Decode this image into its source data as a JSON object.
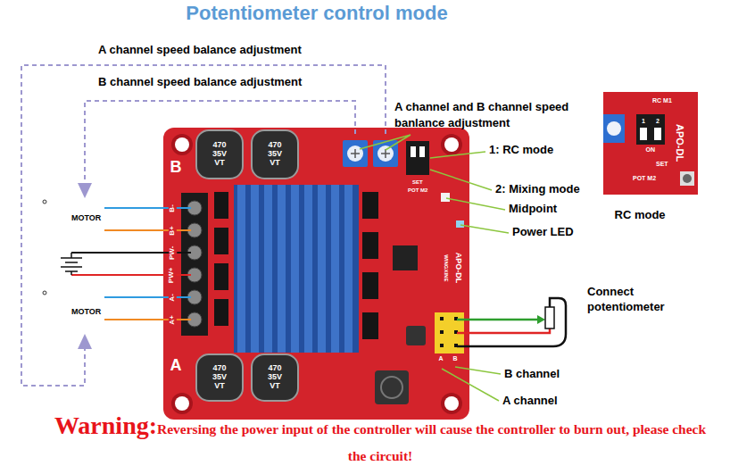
{
  "diagram": {
    "title": "Potentiometer control mode",
    "nodes": [
      {
        "text": [
          "B",
          "A",
          "B-",
          "B+",
          "PW-",
          "PW+",
          "A-",
          "A+",
          "APO-DL",
          "WINGXINE",
          "SET",
          "POT M2",
          "A",
          "B"
        ]
      },
      {
        "text": [
          "470 35V VT"
        ],
        "in": 0
      },
      {
        "text": [
          "470 35V VT"
        ],
        "in": 0
      },
      {
        "text": [
          "470 35V VT"
        ],
        "in": 0
      },
      {
        "text": [
          "470 35V VT"
        ],
        "in": 0
      },
      {
        "text": [
          "RC M1",
          "1",
          "2",
          "ON",
          "SET",
          "POT M2",
          "APO-DL",
          "RC mode"
        ]
      }
    ],
    "labels": [
      "A channel speed balance adjustment",
      "B channel speed balance adjustment",
      "A channel and B channel speed banlance adjustment",
      "1: RC mode",
      "2: Mixing mode",
      "Midpoint",
      "Power LED",
      "MOTOR",
      "MOTOR",
      "Connect potentiometer",
      "B channel",
      "A channel",
      "Warning:",
      "Reversing the power input of the controller will cause the controller to burn out, please check the circuit!"
    ]
  }
}
